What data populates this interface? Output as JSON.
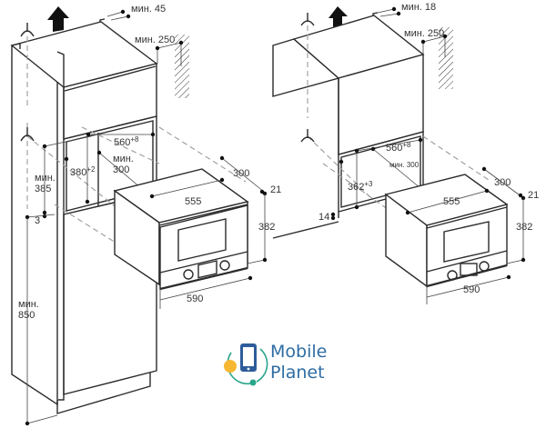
{
  "figure": {
    "type": "installation-diagram",
    "subject": "built-in microwave oven installation dimensions"
  },
  "left_drawing": {
    "labels": {
      "top_gap": "мин. 45",
      "wall_gap": "мин. 250",
      "niche_width": "560",
      "niche_width_tol": "+8",
      "niche_depth": "мин.",
      "niche_depth_value": "300",
      "niche_height": "380",
      "niche_height_tol": "+2",
      "min_height_label": "мин.",
      "min_height_value": "385",
      "gap_small": "3",
      "floor_height_label": "мин.",
      "floor_height_value": "850"
    }
  },
  "right_drawing": {
    "labels": {
      "top_gap": "мин. 18",
      "wall_gap": "мин. 250",
      "niche_width": "560",
      "niche_width_tol": "+8",
      "niche_depth": "мин. 300",
      "niche_height": "362",
      "niche_height_tol": "+3",
      "gap_small": "14"
    }
  },
  "appliance_left": {
    "depth": "300",
    "front_depth": "21",
    "width_body": "555",
    "height": "382",
    "width_front": "590"
  },
  "appliance_right": {
    "depth": "300",
    "front_depth": "21",
    "width_body": "555",
    "height": "382",
    "width_front": "590"
  },
  "watermark": {
    "line1": "Mobile",
    "line2": "Planet",
    "colors": {
      "phone": "#2e5c9a",
      "orbit": "#2aa58a",
      "sun": "#f7b731",
      "text": "#2e6da4"
    }
  }
}
